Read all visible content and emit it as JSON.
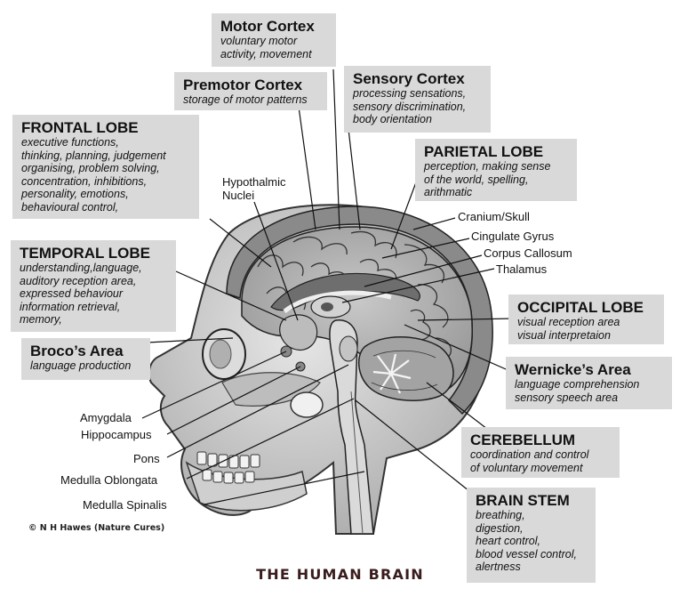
{
  "boxes": {
    "motor_cortex": {
      "title": "Motor Cortex",
      "lines": [
        "voluntary motor",
        "activity, movement"
      ]
    },
    "premotor_cortex": {
      "title": "Premotor Cortex",
      "lines": [
        "storage of motor patterns"
      ]
    },
    "sensory_cortex": {
      "title": "Sensory Cortex",
      "lines": [
        "processing sensations,",
        "sensory discrimination,",
        "body orientation"
      ]
    },
    "frontal_lobe": {
      "title": "FRONTAL LOBE",
      "lines": [
        "executive functions,",
        "thinking, planning, judgement",
        "organising, problem solving,",
        "concentration, inhibitions,",
        "personality, emotions,",
        "behavioural control,"
      ]
    },
    "parietal_lobe": {
      "title": "PARIETAL LOBE",
      "lines": [
        "perception, making sense",
        "of the world, spelling,",
        "arithmatic"
      ]
    },
    "temporal_lobe": {
      "title": "TEMPORAL LOBE",
      "lines": [
        "understanding,language,",
        "auditory reception area,",
        "expressed behaviour",
        "information retrieval,",
        "memory,"
      ]
    },
    "brocos_area": {
      "title": "Broco’s Area",
      "lines": [
        "language production"
      ]
    },
    "occipital_lobe": {
      "title": "OCCIPITAL LOBE",
      "lines": [
        "visual reception area",
        "visual interpretaion"
      ]
    },
    "wernickes_area": {
      "title": "Wernicke’s Area",
      "lines": [
        "language comprehension",
        "sensory speech area"
      ]
    },
    "cerebellum": {
      "title": "CEREBELLUM",
      "lines": [
        "coordination and control",
        "of voluntary movement"
      ]
    },
    "brain_stem": {
      "title": "BRAIN STEM",
      "lines": [
        "breathing,",
        "digestion,",
        "heart control,",
        "blood vessel control,",
        "alertness"
      ]
    }
  },
  "labels": {
    "hypothalmic_1": "Hypothalmic",
    "hypothalmic_2": "Nuclei",
    "cranium": "Cranium/Skull",
    "cingulate": "Cingulate Gyrus",
    "corpus": "Corpus Callosum",
    "thalamus": "Thalamus",
    "amygdala": "Amygdala",
    "hippocampus": "Hippocampus",
    "pons": "Pons",
    "medulla_oblongata": "Medulla Oblongata",
    "medulla_spinalis": "Medulla Spinalis"
  },
  "credit": "© N H Hawes (Nature Cures)",
  "caption": "THE HUMAN BRAIN"
}
